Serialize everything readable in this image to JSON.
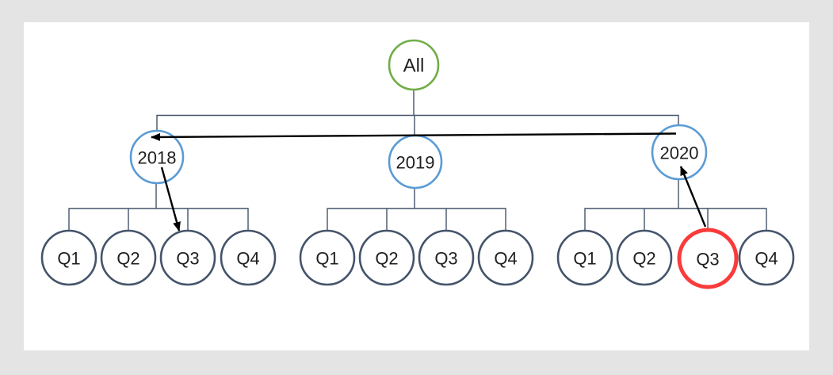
{
  "slide": {
    "background": "#e4e4e4",
    "canvas": "#ffffff"
  },
  "colors": {
    "root_stroke": "#70ad47",
    "year_stroke": "#5b9bd5",
    "quarter_stroke": "#44546a",
    "highlight_stroke": "#fb3a3a",
    "connector": "#44546a",
    "arrow": "#000000",
    "label": "#1f1f1f"
  },
  "tree": {
    "root": {
      "label": "All"
    },
    "years": [
      {
        "label": "2018",
        "quarters": [
          {
            "label": "Q1"
          },
          {
            "label": "Q2"
          },
          {
            "label": "Q3"
          },
          {
            "label": "Q4"
          }
        ]
      },
      {
        "label": "2019",
        "quarters": [
          {
            "label": "Q1"
          },
          {
            "label": "Q2"
          },
          {
            "label": "Q3"
          },
          {
            "label": "Q4"
          }
        ]
      },
      {
        "label": "2020",
        "quarters": [
          {
            "label": "Q1"
          },
          {
            "label": "Q2"
          },
          {
            "label": "Q3",
            "highlighted": true
          },
          {
            "label": "Q4"
          }
        ]
      }
    ]
  },
  "annotations": {
    "highlighted_node": "2020 Q3",
    "arrows": [
      {
        "from": "2020",
        "to": "2018"
      },
      {
        "from": "2018",
        "to": "2018 Q3"
      },
      {
        "from": "2020 Q3",
        "to": "2020"
      }
    ]
  }
}
